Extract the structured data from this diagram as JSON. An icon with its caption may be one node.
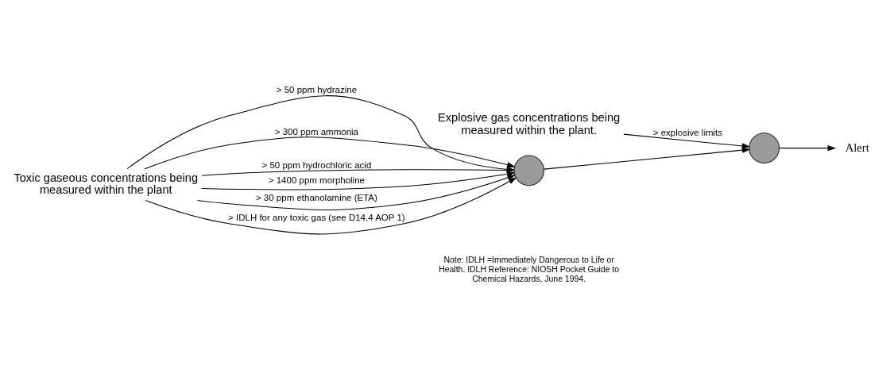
{
  "diagram": {
    "nodes": [
      {
        "text": [
          "Explosive gas concentrations being measured within the plant."
        ]
      },
      {
        "text": [
          "Toxic gaseous concentrations being measured within the plant"
        ]
      },
      {
        "text": [],
        "shape": "circle"
      },
      {
        "text": [],
        "shape": "circle"
      },
      {
        "text": [
          "Alert"
        ]
      }
    ],
    "edges": [
      {
        "from": 0,
        "to": 2,
        "arrow": "to",
        "label": "> explosive limits"
      },
      {
        "from": 1,
        "to": 3,
        "arrow": "to",
        "label": "> 50 ppm hydrazine"
      },
      {
        "from": 1,
        "to": 3,
        "arrow": "to",
        "label": "> 300 ppm ammonia"
      },
      {
        "from": 1,
        "to": 3,
        "arrow": "to",
        "label": "> 50 ppm hydrochloric acid"
      },
      {
        "from": 1,
        "to": 3,
        "arrow": "to",
        "label": "> 1400 ppm morpholine"
      },
      {
        "from": 1,
        "to": 3,
        "arrow": "to",
        "label": "> 30 ppm ethanolamine (ETA)"
      },
      {
        "from": 1,
        "to": 3,
        "arrow": "to",
        "label": "> IDLH for any toxic gas (see D14.4 AOP 1)"
      },
      {
        "from": 3,
        "to": 2,
        "arrow": "to"
      },
      {
        "from": 2,
        "to": 4,
        "arrow": "to"
      }
    ],
    "labels": [
      "Note: IDLH =Immediately Dangerous to Life or Health. IDLH Reference: NIOSH Pocket Guide to Chemical Hazards, June 1994."
    ]
  }
}
